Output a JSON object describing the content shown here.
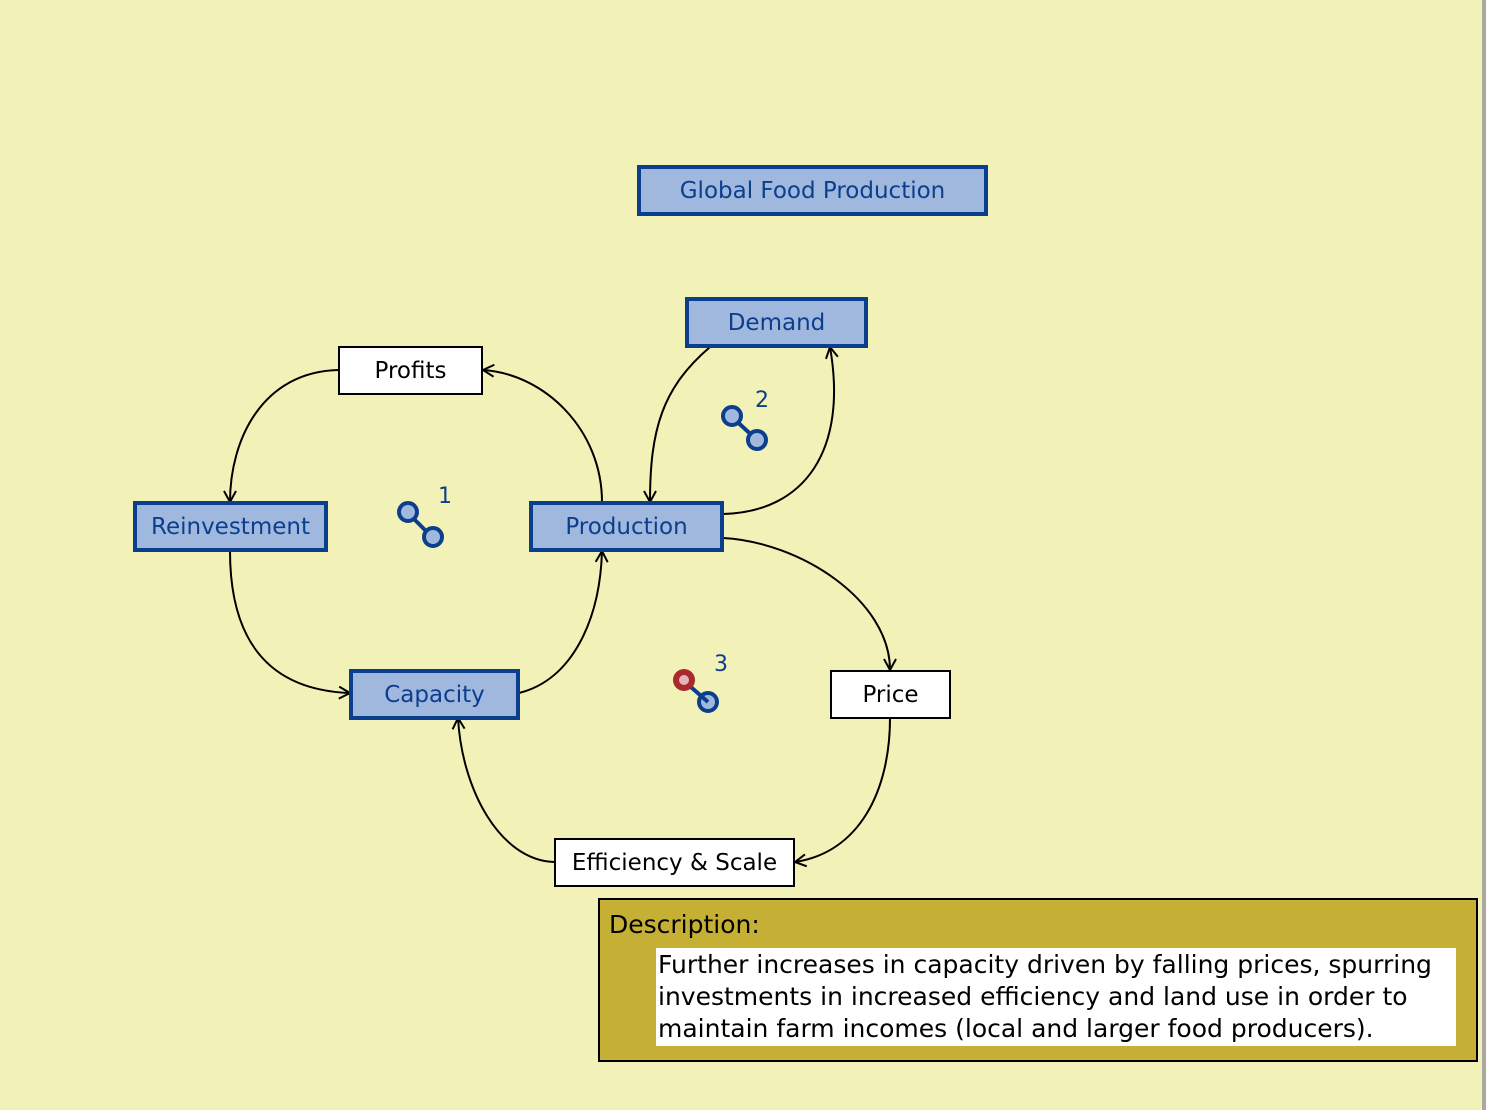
{
  "title": "Global Food Production",
  "nodes": {
    "demand": "Demand",
    "profits": "Profits",
    "reinvestment": "Reinvestment",
    "production": "Production",
    "capacity": "Capacity",
    "price": "Price",
    "efficiency": "Efficiency & Scale"
  },
  "loops": [
    "1",
    "2",
    "3"
  ],
  "tooltip": {
    "title": "Description:",
    "body": "Further increases in capacity driven by falling prices, spurring investments in increased efficiency and land use in order to maintain farm incomes (local and larger food producers)."
  },
  "colors": {
    "background": "#f2f1b7",
    "stock_fill": "#a0b8de",
    "stock_border": "#0b3f8d",
    "tooltip": "#c1aa2d",
    "selected_loop": "#a8292e"
  }
}
